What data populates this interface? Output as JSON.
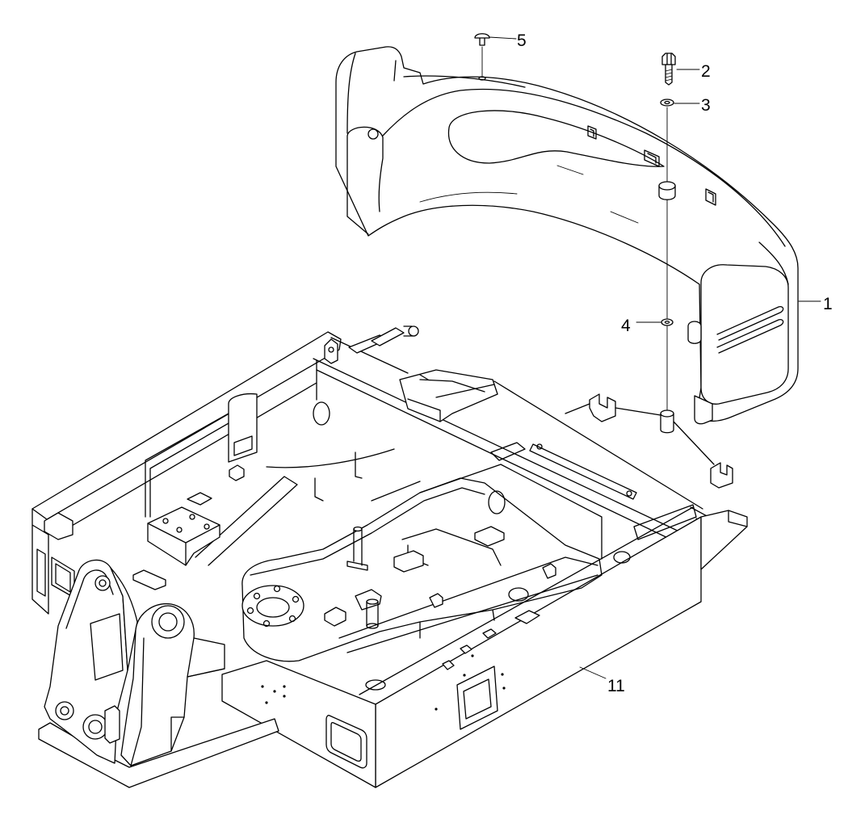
{
  "colors": {
    "line": "#000000",
    "background": "#ffffff"
  },
  "callouts": [
    {
      "label": "5"
    },
    {
      "label": "2"
    },
    {
      "label": "3"
    },
    {
      "label": "1"
    },
    {
      "label": "4"
    },
    {
      "label": "11"
    }
  ]
}
